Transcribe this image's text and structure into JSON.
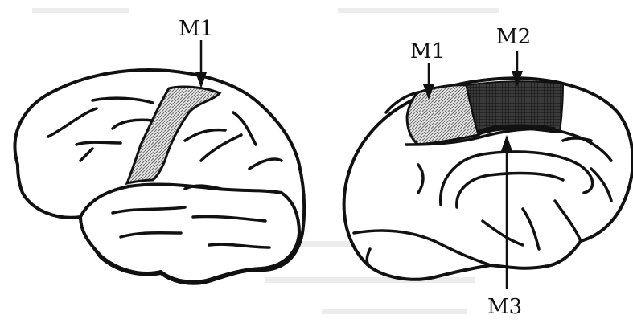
{
  "left_panel": {
    "label_m1": "M1"
  },
  "right_panel": {
    "label_m1": "M1",
    "label_m2": "M2",
    "label_m3": "M3"
  },
  "colors": {
    "ink": "#111111",
    "m1_shading": "#b8b8b8",
    "m2_shading": "#3a3a3a",
    "background": "#ffffff"
  }
}
